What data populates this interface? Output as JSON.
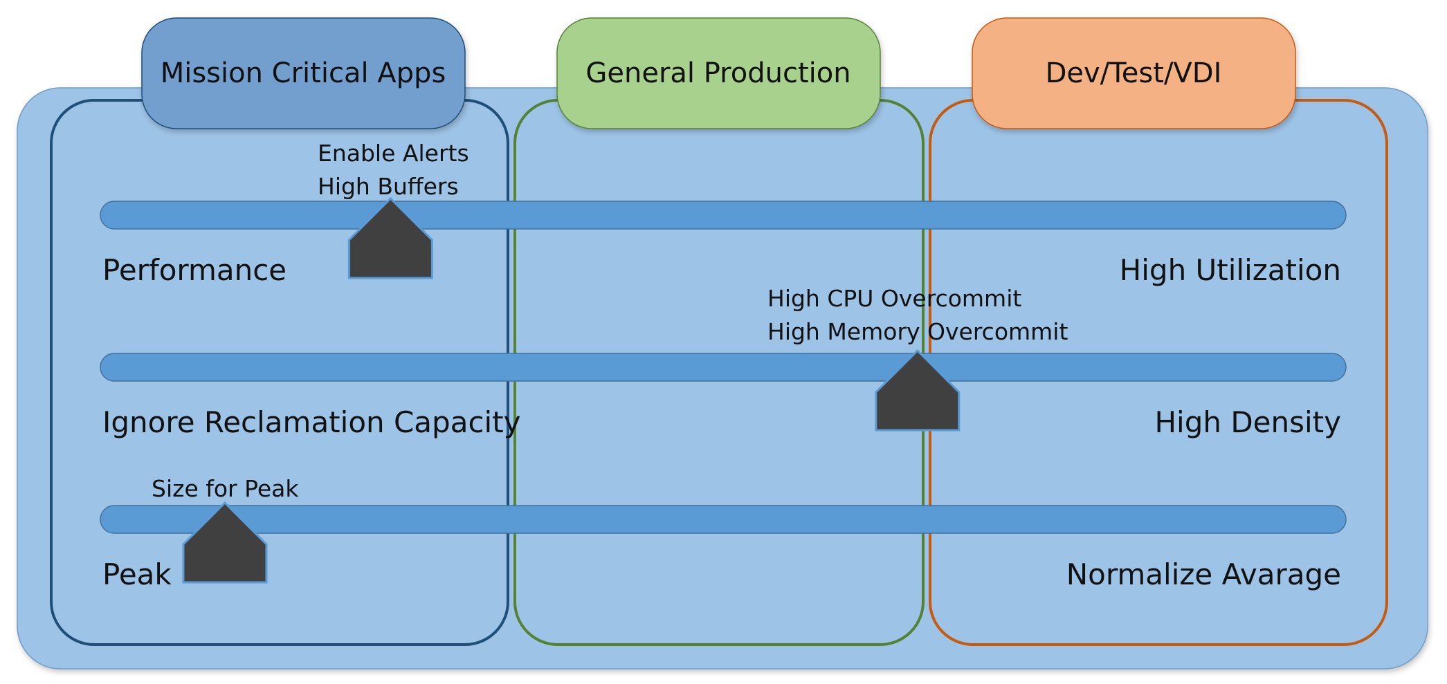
{
  "colors": {
    "panel_fill": "#9dc3e6",
    "panel_stroke": "#6f9bc8",
    "track_fill": "#5b9bd5",
    "track_stroke": "#41719c",
    "marker_fill": "#404040",
    "marker_stroke": "#5b9bd5",
    "mission_fill": "#739fcf",
    "mission_stroke": "#1f4e79",
    "general_fill": "#a9d18e",
    "general_stroke": "#548235",
    "devtest_fill": "#f4b183",
    "devtest_stroke": "#c55a11"
  },
  "columns": [
    {
      "title": "Mission Critical Apps",
      "scheme": "mission"
    },
    {
      "title": "General Production",
      "scheme": "general"
    },
    {
      "title": "Dev/Test/VDI",
      "scheme": "devtest"
    }
  ],
  "sliders": [
    {
      "left_label": "Performance",
      "right_label": "High Utilization",
      "marker_position": 0.233,
      "marker_lines": [
        "Enable Alerts",
        "High Buffers"
      ]
    },
    {
      "left_label": "Ignore Reclamation Capacity",
      "right_label": "High Density",
      "marker_position": 0.656,
      "marker_lines": [
        "High CPU Overcommit",
        "High Memory Overcommit"
      ]
    },
    {
      "left_label": "Peak",
      "right_label": "Normalize Avarage",
      "marker_position": 0.1,
      "marker_lines": [
        "Size for Peak"
      ]
    }
  ],
  "marker_shape": "pentagon-house"
}
